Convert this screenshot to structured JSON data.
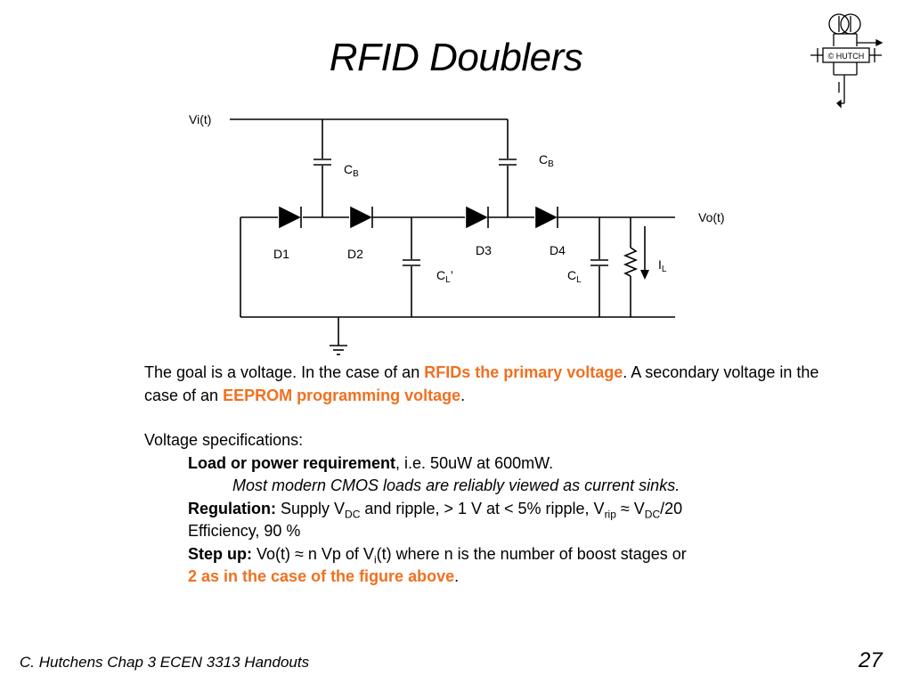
{
  "slide": {
    "title": "RFID Doublers"
  },
  "logo": {
    "text": "© HUTCH"
  },
  "circuit": {
    "labels": {
      "vi": "Vi(t)",
      "vo": "Vo(t)",
      "cb_main": "C",
      "cb_sub": "B",
      "d1": "D1",
      "d2": "D2",
      "d3": "D3",
      "d4": "D4",
      "cl_main": "C",
      "cl_sub": "L",
      "cl_prime": "’",
      "il_main": "I",
      "il_sub": "L"
    }
  },
  "body": {
    "p1": {
      "t1": "The goal is a voltage. In the case of an ",
      "h1": "RFIDs the primary voltage",
      "t2": ". A secondary voltage in the case of an ",
      "h2": "EEPROM programming voltage",
      "t3": "."
    },
    "specs_heading": "Voltage specifications:",
    "load": {
      "bold": "Load or power requirement",
      "rest": ", i.e. 50uW at 600mW."
    },
    "note": "Most modern CMOS loads are reliably viewed as current sinks.",
    "regulation": {
      "bold": "Regulation:",
      "t1": " Supply V",
      "sub1": "DC",
      "t2": " and ripple,  > 1 V at < 5% ripple, V",
      "sub2": "rip",
      "t3": " ≈ V",
      "sub3": "DC",
      "t4": "/20"
    },
    "efficiency": "Efficiency, 90 %",
    "stepup": {
      "bold": "Step up:",
      "t1": " Vo(t) ≈ n Vp of V",
      "sub1": "i",
      "t2": "(t) where n is the number of boost stages or",
      "h1": "2 as in the case of the figure above",
      "t3": "."
    }
  },
  "footer": {
    "text": "C. Hutchens Chap 3 ECEN 3313 Handouts",
    "page": "27"
  }
}
